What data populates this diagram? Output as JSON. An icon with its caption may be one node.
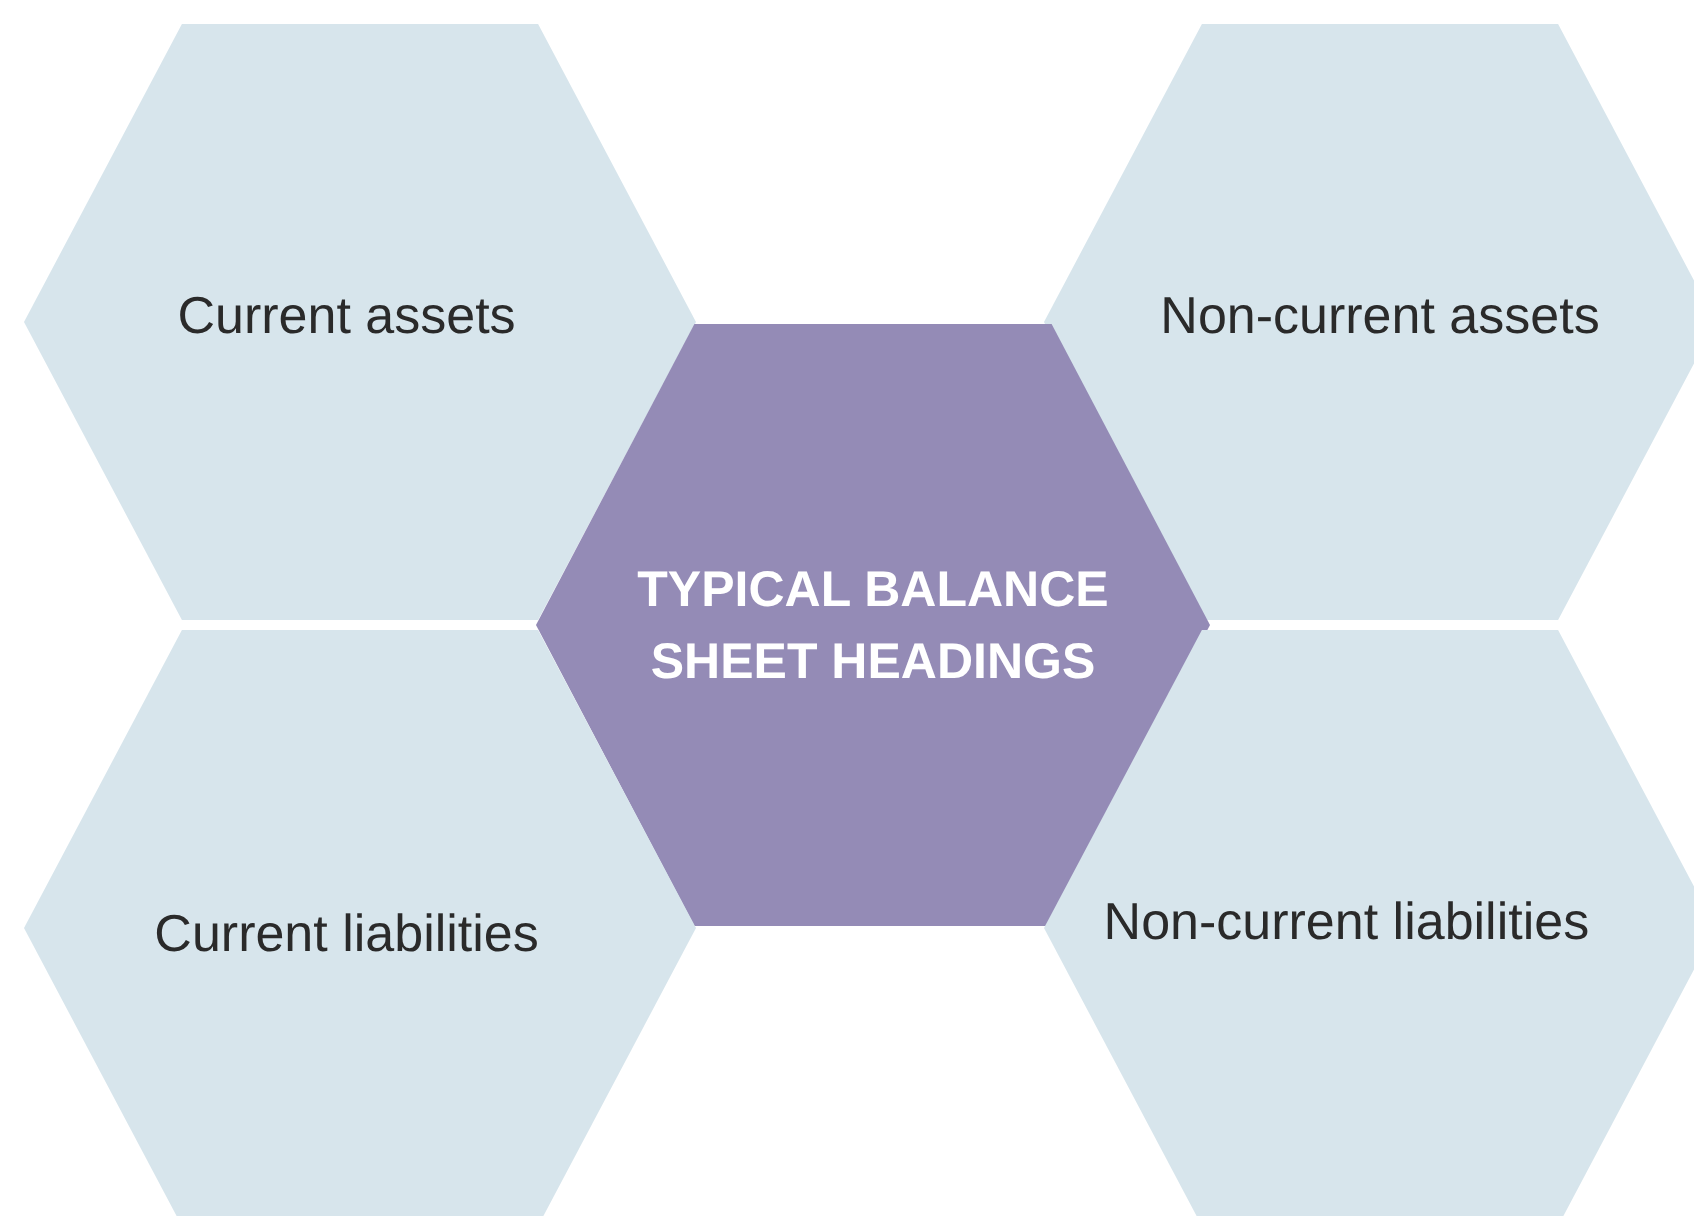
{
  "diagram": {
    "nodes": [
      {
        "text": [
          "Current assets"
        ]
      },
      {
        "text": [
          "Non-current assets"
        ]
      },
      {
        "text": [
          "TYPICAL BALANCE SHEET HEADINGS"
        ]
      },
      {
        "text": [
          "Current liabilities"
        ]
      },
      {
        "text": [
          "Non-current liabilities"
        ]
      }
    ]
  }
}
